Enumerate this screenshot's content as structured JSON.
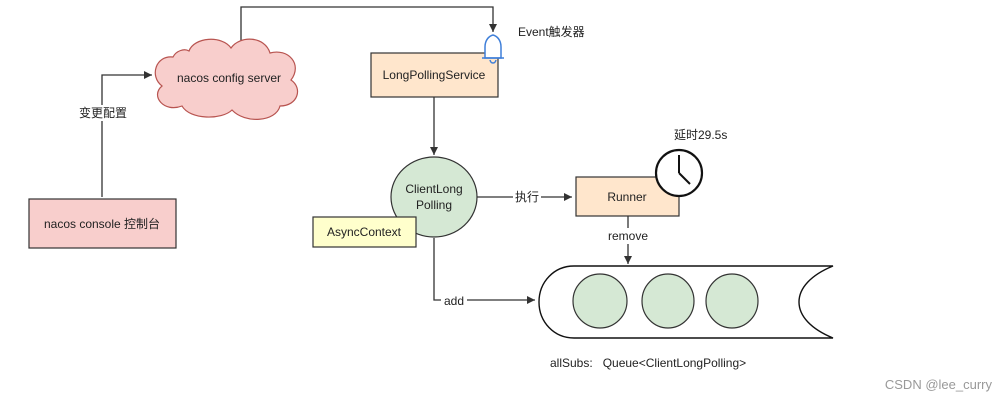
{
  "nodes": {
    "config_server": "nacos config server",
    "console": "nacos console 控制台",
    "long_polling_service": "LongPollingService",
    "client_long_polling_line1": "ClientLong",
    "client_long_polling_line2": "Polling",
    "async_context": "AsyncContext",
    "runner": "Runner"
  },
  "labels": {
    "change_config": "变更配置",
    "event_trigger": "Event触发器",
    "delay": "延时29.5s",
    "execute": "执行",
    "remove": "remove",
    "add": "add",
    "queue": "allSubs:   Queue<ClientLongPolling>"
  },
  "icons": {
    "bell": "bell-icon",
    "clock": "clock-icon"
  },
  "colors": {
    "cloud_fill": "#f8cecc",
    "cloud_stroke": "#b85450",
    "console_fill": "#f8cecc",
    "service_fill": "#ffe6cc",
    "service_stroke": "#d79b00",
    "client_fill": "#d5e8d4",
    "client_stroke": "#82b366",
    "async_fill": "#ffffcc",
    "async_stroke": "#d6b656",
    "bell_stroke": "#3f7fd9"
  },
  "watermark": "CSDN @lee_curry"
}
